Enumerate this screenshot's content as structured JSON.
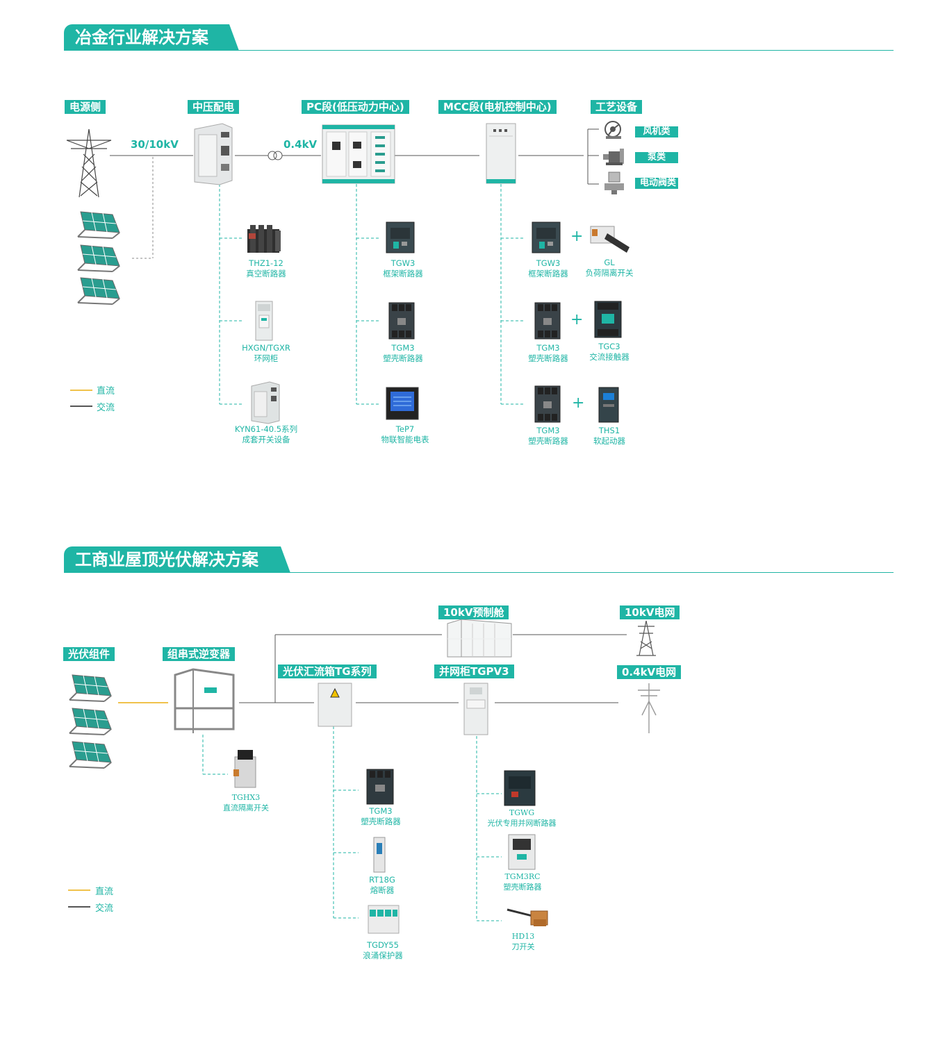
{
  "colors": {
    "accent": "#1fb5a5",
    "dc": "#f0c24b",
    "ac": "#555555",
    "dash": "#1fb5a5"
  },
  "section1": {
    "title": "冶金行业解决方案",
    "tags": {
      "source": "电源侧",
      "mv": "中压配电",
      "pc": "PC段(低压动力中心)",
      "mcc": "MCC段(电机控制中心)",
      "process": "工艺设备"
    },
    "process_items": [
      "风机类",
      "泵类",
      "电动阀类"
    ],
    "voltages": {
      "hv": "30/10kV",
      "lv": "0.4kV"
    },
    "mv_products": [
      {
        "model": "THZ1-12",
        "desc": "真空断路器",
        "icon": "vacuum-breaker-icon"
      },
      {
        "model": "HXGN/TGXR",
        "desc": "环网柜",
        "icon": "ring-main-unit-icon"
      },
      {
        "model": "KYN61-40.5系列",
        "desc": "成套开关设备",
        "icon": "switchgear-icon"
      }
    ],
    "pc_products": [
      {
        "model": "TGW3",
        "desc": "框架断路器",
        "icon": "frame-breaker-icon"
      },
      {
        "model": "TGM3",
        "desc": "塑壳断路器",
        "icon": "mccb-icon"
      },
      {
        "model": "TeP7",
        "desc": "物联智能电表",
        "icon": "smart-meter-icon"
      }
    ],
    "mcc_products": [
      {
        "model": "TGW3",
        "desc": "框架断路器",
        "pair_model": "GL",
        "pair_desc": "负荷隔离开关"
      },
      {
        "model": "TGM3",
        "desc": "塑壳断路器",
        "pair_model": "TGC3",
        "pair_desc": "交流接触器"
      },
      {
        "model": "TGM3",
        "desc": "塑壳断路器",
        "pair_model": "THS1",
        "pair_desc": "软起动器"
      }
    ],
    "plus": "+",
    "legend": {
      "dc": "直流",
      "ac": "交流"
    }
  },
  "section2": {
    "title": "工商业屋顶光伏解决方案",
    "tags": {
      "pv": "光伏组件",
      "inverter": "组串式逆变器",
      "combiner": "光伏汇流箱TG系列",
      "cabinet": "并网柜TGPV3",
      "prefab": "10kV预制舱",
      "grid10": "10kV电网",
      "grid04": "0.4kV电网"
    },
    "inverter_products": [
      {
        "model": "TGHX3",
        "desc": "直流隔离开关"
      }
    ],
    "combiner_products": [
      {
        "model": "TGM3",
        "desc": "塑壳断路器"
      },
      {
        "model": "RT18G",
        "desc": "熔断器"
      },
      {
        "model": "TGDY55",
        "desc": "浪涌保护器"
      }
    ],
    "cabinet_products": [
      {
        "model": "TGWG",
        "desc": "光伏专用并网断路器"
      },
      {
        "model": "TGM3RC",
        "desc": "塑壳断路器"
      },
      {
        "model": "HD13",
        "desc": "刀开关"
      }
    ],
    "legend": {
      "dc": "直流",
      "ac": "交流"
    }
  }
}
